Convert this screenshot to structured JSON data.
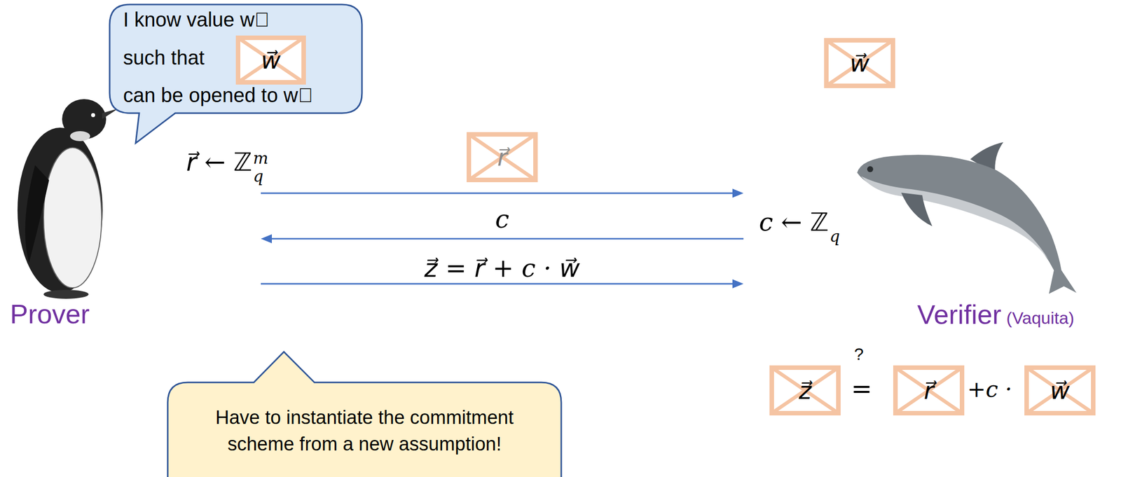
{
  "diagram": {
    "nodes": [
      {
        "text": [
          "I know value w⃗",
          "such that",
          "can be opened to w⃗"
        ]
      },
      {
        "text": [
          "w⃗"
        ],
        "in": 0
      },
      {
        "text": [
          "Prover"
        ]
      },
      {
        "text": [
          "r⃗"
        ]
      },
      {
        "text": [
          "Verifier",
          "(Vaquita)"
        ]
      },
      {
        "text": [
          "w⃗"
        ]
      },
      {
        "text": [
          "z⃗"
        ]
      },
      {
        "text": [
          "r⃗"
        ]
      },
      {
        "text": [
          "w⃗"
        ]
      },
      {
        "text": [
          "Have to instantiate the commitment scheme from a new assumption!"
        ]
      }
    ],
    "edges": [
      {
        "from": 2,
        "to": 4,
        "arrow": "to"
      },
      {
        "from": 4,
        "to": 2,
        "label": "c",
        "arrow": "to"
      },
      {
        "from": 2,
        "to": 4,
        "label": "z⃗ = r⃗ + c · w⃗",
        "arrow": "to"
      }
    ],
    "labels": [
      "r⃗ ← ℤ",
      "m",
      "q",
      "c ← ℤ",
      "q",
      "?",
      "=",
      "+c ·"
    ]
  }
}
